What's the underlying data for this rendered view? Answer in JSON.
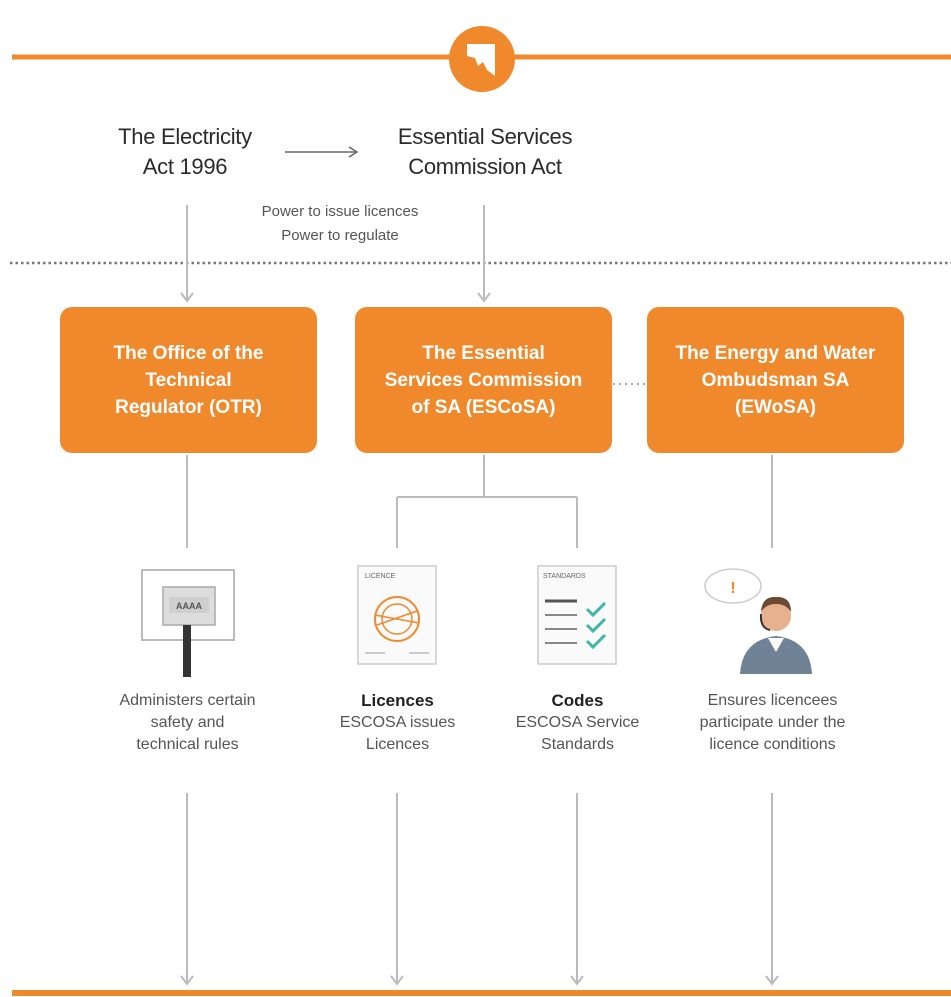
{
  "colors": {
    "accent": "#f0892c",
    "line": "#bbbbbb",
    "dots": "#777777"
  },
  "header": {
    "logo_icon": "south-australia-map-icon"
  },
  "acts": {
    "electricity": {
      "line1": "The Electricity",
      "line2": "Act 1996"
    },
    "escosa_act": {
      "line1": "Essential Services",
      "line2": "Commission Act"
    }
  },
  "powers": {
    "line1": "Power to issue licences",
    "line2": "Power to regulate"
  },
  "bodies": [
    {
      "line1": "The Office of the",
      "line2": "Technical",
      "line3": "Regulator (OTR)"
    },
    {
      "line1": "The Essential",
      "line2": "Services Commission",
      "line3": "of SA (ESCoSA)"
    },
    {
      "line1": "The Energy and Water",
      "line2": "Ombudsman SA",
      "line3": "(EWoSA)"
    }
  ],
  "icons": {
    "otr": "switchboard-icon",
    "licence": "licence-certificate-icon",
    "standards": "standards-checklist-icon",
    "ombudsman": "support-agent-icon"
  },
  "icon_labels": {
    "licence": "LICENCE",
    "standards": "STANDARDS",
    "switch": "AAAA",
    "alert": "!"
  },
  "descriptions": {
    "otr": {
      "line1": "Administers certain",
      "line2": "safety and",
      "line3": "technical rules"
    },
    "licences": {
      "title": "Licences",
      "line1": "ESCOSA issues",
      "line2": "Licences"
    },
    "codes": {
      "title": "Codes",
      "line1": "ESCOSA Service",
      "line2": "Standards"
    },
    "ombudsman": {
      "line1": "Ensures licencees",
      "line2": "participate under the",
      "line3": "licence conditions"
    }
  }
}
